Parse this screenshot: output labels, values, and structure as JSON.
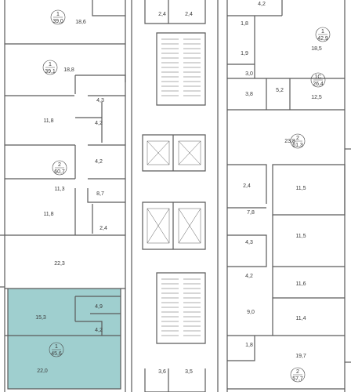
{
  "plan": {
    "highlight_color": "#9fcfcf",
    "wall_color": "#5a5a5a",
    "units": [
      {
        "id": "u1",
        "number": "1",
        "area": "39,0"
      },
      {
        "id": "u2",
        "number": "1",
        "area": "39,1"
      },
      {
        "id": "u3",
        "number": "2",
        "area": "60,7"
      },
      {
        "id": "u4",
        "number": "1",
        "area": "45,6",
        "highlighted": true
      },
      {
        "id": "u5",
        "number": "1",
        "area": "42,9"
      },
      {
        "id": "u6",
        "number": "1С",
        "area": "26,4"
      },
      {
        "id": "u7",
        "number": "2",
        "area": "61,3"
      },
      {
        "id": "u8",
        "number": "2",
        "area": "57,7"
      }
    ],
    "rooms": [
      "18,6",
      "18,8",
      "4,3",
      "11,8",
      "4,2",
      "4,2",
      "11,3",
      "8,7",
      "11,8",
      "2,4",
      "22,3",
      "15,3",
      "4,9",
      "4,2",
      "22,0",
      "2,4",
      "2,4",
      "3,6",
      "3,5",
      "4,2",
      "1,8",
      "18,5",
      "1,9",
      "3,0",
      "3,8",
      "5,2",
      "12,5",
      "23,8",
      "2,4",
      "11,5",
      "7,8",
      "11,5",
      "4,3",
      "4,2",
      "11,6",
      "9,0",
      "11,4",
      "1,8",
      "19,7"
    ]
  }
}
